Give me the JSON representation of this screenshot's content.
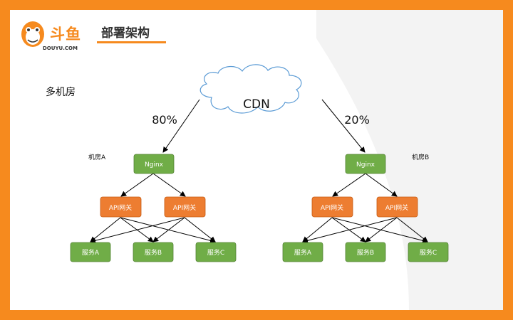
{
  "header": {
    "logo_cn": "斗鱼",
    "logo_en": "DOUYU.COM",
    "title": "部署架构"
  },
  "section_label": "多机房",
  "diagram": {
    "cdn_label": "CDN",
    "rooms": [
      {
        "label": "机房A",
        "traffic": "80%",
        "nginx": "Nginx",
        "gateways": [
          "API网关",
          "API网关"
        ],
        "services": [
          "服务A",
          "服务B",
          "服务C"
        ]
      },
      {
        "label": "机房B",
        "traffic": "20%",
        "nginx": "Nginx",
        "gateways": [
          "API网关",
          "API网关"
        ],
        "services": [
          "服务A",
          "服务B",
          "服务C"
        ]
      }
    ]
  },
  "colors": {
    "frame": "#f68a1e",
    "nginx_service_fill": "#70ad47",
    "gateway_fill": "#ed7d31",
    "cloud_stroke": "#5b9bd5"
  }
}
